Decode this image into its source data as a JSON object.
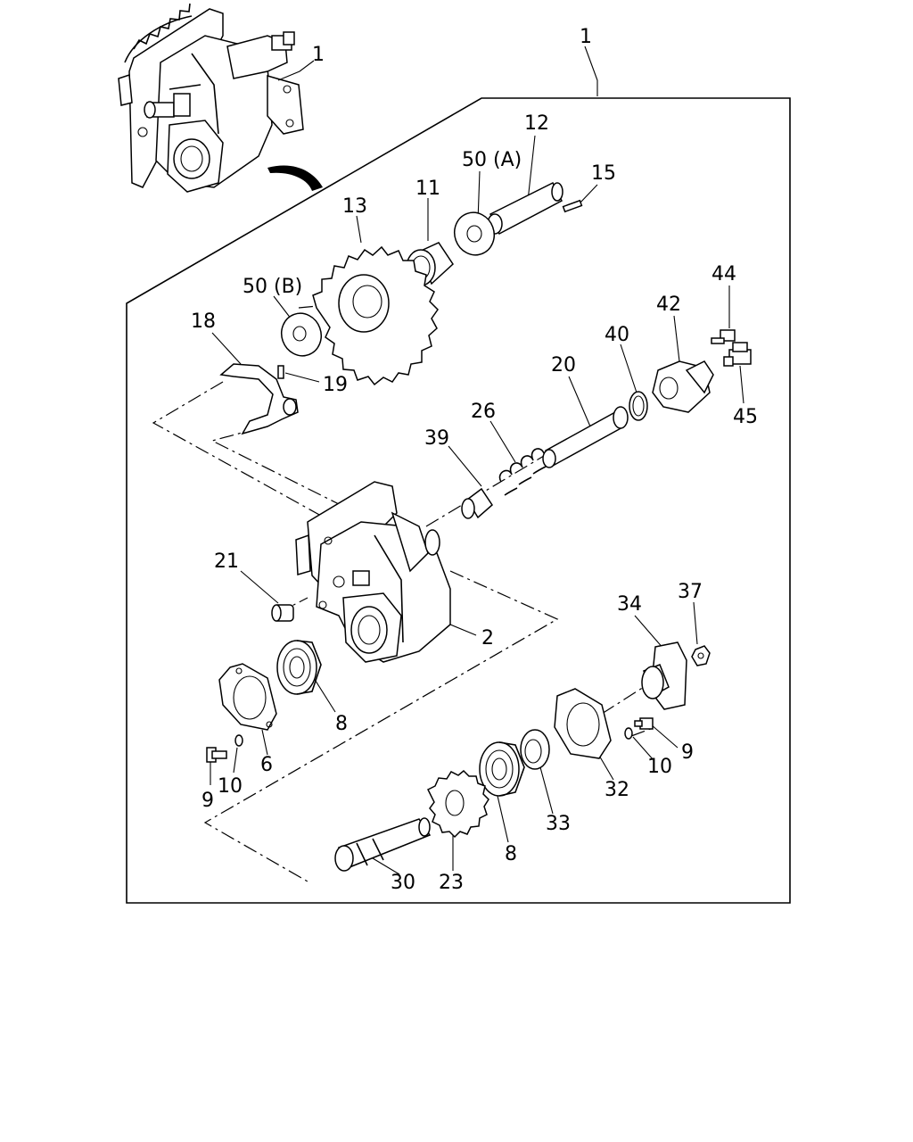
{
  "callouts": [
    {
      "id": "1-top",
      "text": "1"
    },
    {
      "id": "1-assembly",
      "text": "1"
    },
    {
      "id": "12",
      "text": "12"
    },
    {
      "id": "50a",
      "text": "50 (A)"
    },
    {
      "id": "15",
      "text": "15"
    },
    {
      "id": "11",
      "text": "11"
    },
    {
      "id": "13",
      "text": "13"
    },
    {
      "id": "50b",
      "text": "50 (B)"
    },
    {
      "id": "18",
      "text": "18"
    },
    {
      "id": "19",
      "text": "19"
    },
    {
      "id": "44",
      "text": "44"
    },
    {
      "id": "42",
      "text": "42"
    },
    {
      "id": "40",
      "text": "40"
    },
    {
      "id": "20",
      "text": "20"
    },
    {
      "id": "45",
      "text": "45"
    },
    {
      "id": "26",
      "text": "26"
    },
    {
      "id": "39",
      "text": "39"
    },
    {
      "id": "21",
      "text": "21"
    },
    {
      "id": "2",
      "text": "2"
    },
    {
      "id": "37",
      "text": "37"
    },
    {
      "id": "34",
      "text": "34"
    },
    {
      "id": "8-upper",
      "text": "8"
    },
    {
      "id": "6",
      "text": "6"
    },
    {
      "id": "9-left",
      "text": "9"
    },
    {
      "id": "10-left",
      "text": "10"
    },
    {
      "id": "9-right",
      "text": "9"
    },
    {
      "id": "10-right",
      "text": "10"
    },
    {
      "id": "32",
      "text": "32"
    },
    {
      "id": "33",
      "text": "33"
    },
    {
      "id": "8-lower",
      "text": "8"
    },
    {
      "id": "23",
      "text": "23"
    },
    {
      "id": "30",
      "text": "30"
    }
  ]
}
